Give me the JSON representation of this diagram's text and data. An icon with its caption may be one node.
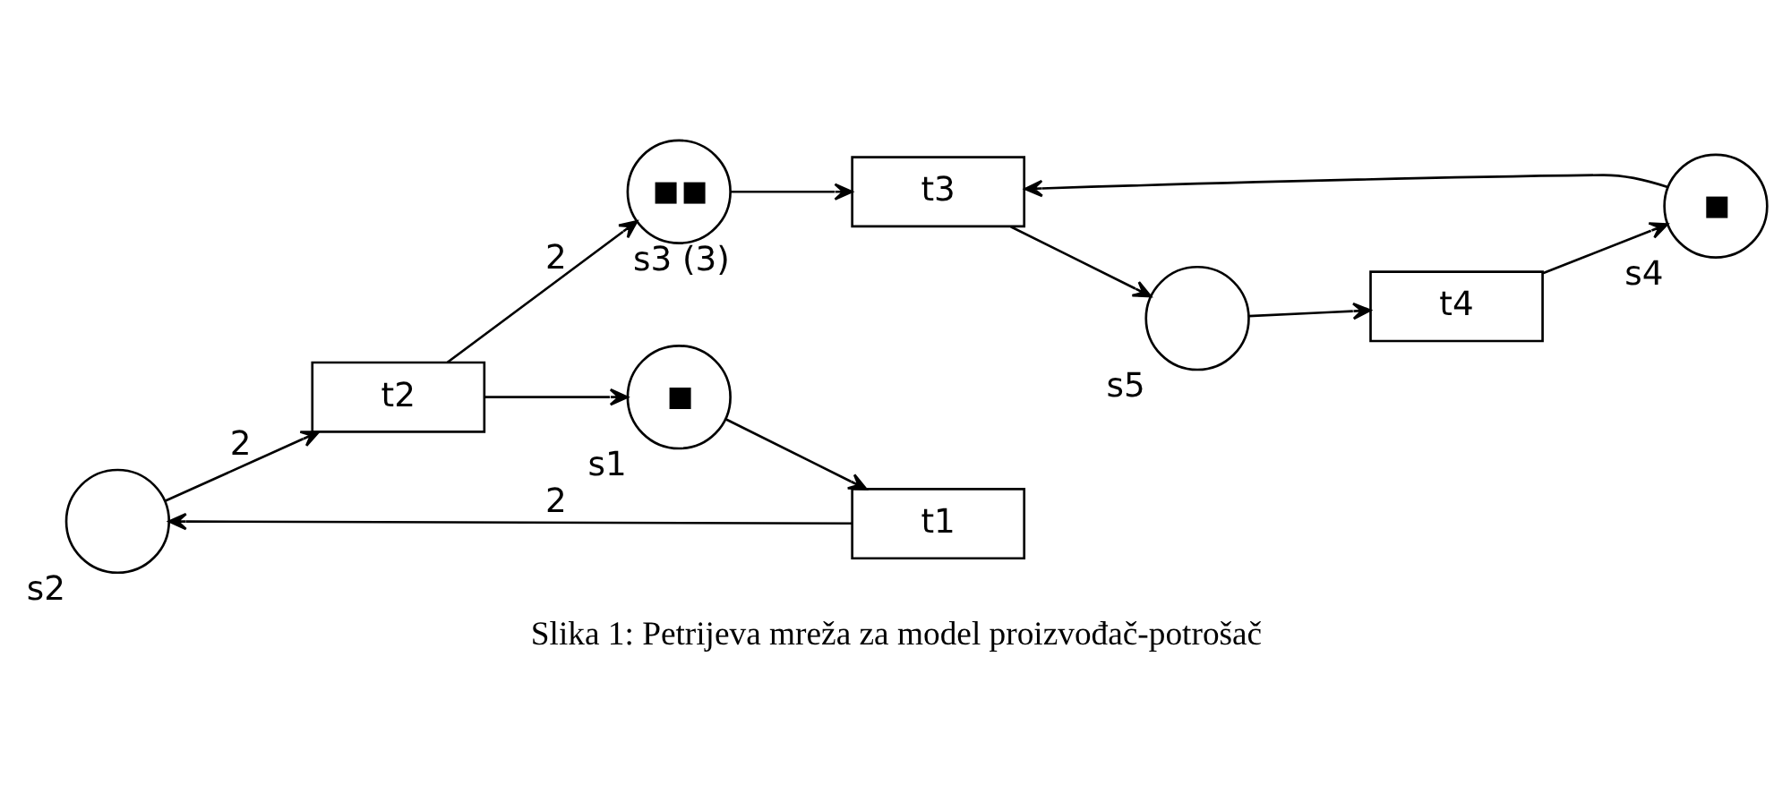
{
  "diagram": {
    "caption": "Slika 1: Petrijeva mreža za model proizvođač-potrošač",
    "nodes": [
      {
        "text": [
          "s2"
        ]
      },
      {
        "text": [
          "s4"
        ]
      },
      {
        "text": [
          "s3 (3)"
        ]
      },
      {
        "text": [
          "t1"
        ]
      },
      {
        "text": [
          "t2"
        ]
      },
      {
        "text": [
          "t3"
        ]
      },
      {
        "text": [
          "t4"
        ]
      },
      {
        "text": [
          "s1"
        ]
      },
      {
        "text": [
          "s5"
        ]
      }
    ],
    "edges": [
      {
        "from": 3,
        "to": 0,
        "arrow": "to",
        "label": "2"
      },
      {
        "from": 0,
        "to": 4,
        "arrow": "to",
        "label": "2"
      },
      {
        "from": 4,
        "to": 2,
        "arrow": "to",
        "label": "2"
      },
      {
        "from": 2,
        "to": 5,
        "arrow": "to"
      },
      {
        "from": 4,
        "to": 7,
        "arrow": "to"
      },
      {
        "from": 7,
        "to": 3,
        "arrow": "to"
      },
      {
        "from": 1,
        "to": 5,
        "arrow": "to"
      },
      {
        "from": 5,
        "to": 8,
        "arrow": "to"
      },
      {
        "from": 8,
        "to": 6,
        "arrow": "to"
      },
      {
        "from": 6,
        "to": 1,
        "arrow": "to"
      }
    ]
  }
}
